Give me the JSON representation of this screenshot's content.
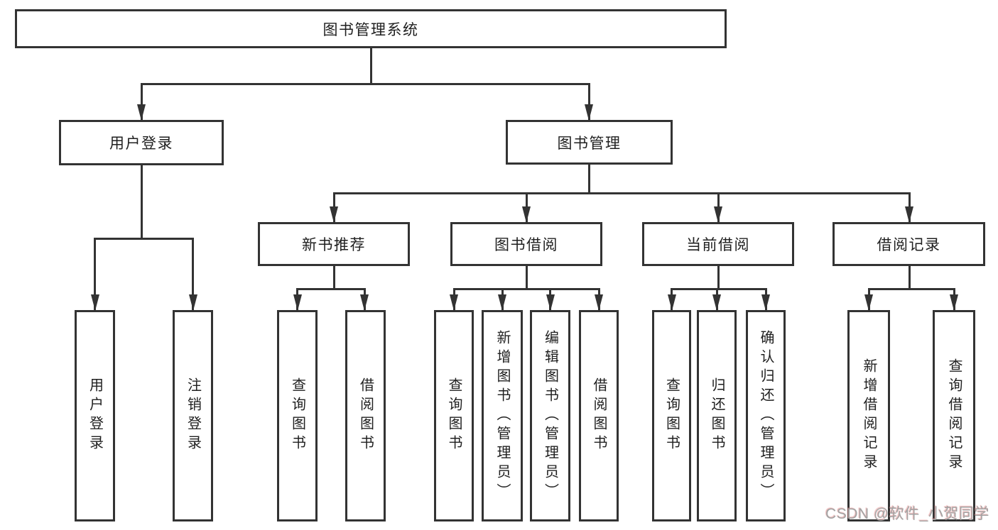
{
  "diagram_type": "hierarchy-tree",
  "colors": {
    "line": "#333333",
    "text": "#1f1f1f",
    "background": "#ffffff",
    "watermark": "#a3a3a3",
    "watermark_shadow": "#e08282"
  },
  "tree": {
    "label": "图书管理系统",
    "children": [
      {
        "label": "用户登录",
        "children": [
          {
            "label": "用户登录"
          },
          {
            "label": "注销登录"
          }
        ]
      },
      {
        "label": "图书管理",
        "children": [
          {
            "label": "新书推荐",
            "children": [
              {
                "label": "查询图书"
              },
              {
                "label": "借阅图书"
              }
            ]
          },
          {
            "label": "图书借阅",
            "children": [
              {
                "label": "查询图书"
              },
              {
                "label": "新增图书（管理员）"
              },
              {
                "label": "编辑图书（管理员）"
              },
              {
                "label": "借阅图书"
              }
            ]
          },
          {
            "label": "当前借阅",
            "children": [
              {
                "label": "查询图书"
              },
              {
                "label": "归还图书"
              },
              {
                "label": "确认归还（管理员）"
              }
            ]
          },
          {
            "label": "借阅记录",
            "children": [
              {
                "label": "新增借阅记录"
              },
              {
                "label": "查询借阅记录"
              }
            ]
          }
        ]
      }
    ]
  },
  "watermark": {
    "text": "CSDN @软件_小贺同学"
  }
}
